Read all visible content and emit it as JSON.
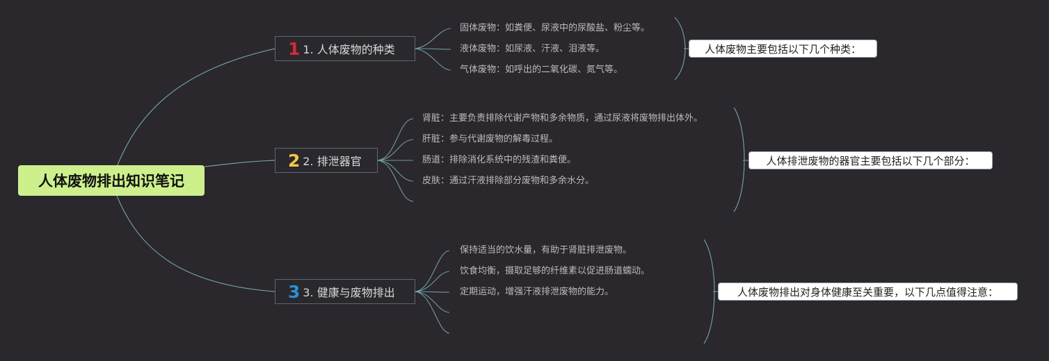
{
  "root": {
    "label": "人体废物排出知识笔记"
  },
  "colors": {
    "background": "#2a272d",
    "root_fill": "#cdf08d",
    "link": "#6e9ea0",
    "num1": "#d42a3a",
    "num2": "#f2c744",
    "num3": "#2a8fd6"
  },
  "topics": [
    {
      "number": "1",
      "label": "1. 人体废物的种类",
      "items": [
        "固体废物：如粪便、尿液中的尿酸盐、粉尘等。",
        "液体废物：如尿液、汗液、泪液等。",
        "气体废物：如呼出的二氧化碳、氮气等。"
      ],
      "summary": "人体废物主要包括以下几个种类："
    },
    {
      "number": "2",
      "label": "2. 排泄器官",
      "items": [
        "肾脏：主要负责排除代谢产物和多余物质，通过尿液将废物排出体外。",
        "肝脏：参与代谢废物的解毒过程。",
        "肠道：排除消化系统中的残渣和粪便。",
        "皮肤：通过汗液排除部分废物和多余水分。",
        ""
      ],
      "summary": "人体排泄废物的器官主要包括以下几个部分："
    },
    {
      "number": "3",
      "label": "3. 健康与废物排出",
      "items": [
        "保持适当的饮水量，有助于肾脏排泄废物。",
        "饮食均衡，摄取足够的纤维素以促进肠道蠕动。",
        "定期运动，增强汗液排泄废物的能力。",
        "",
        ""
      ],
      "summary": "人体废物排出对身体健康至关重要，以下几点值得注意："
    }
  ]
}
